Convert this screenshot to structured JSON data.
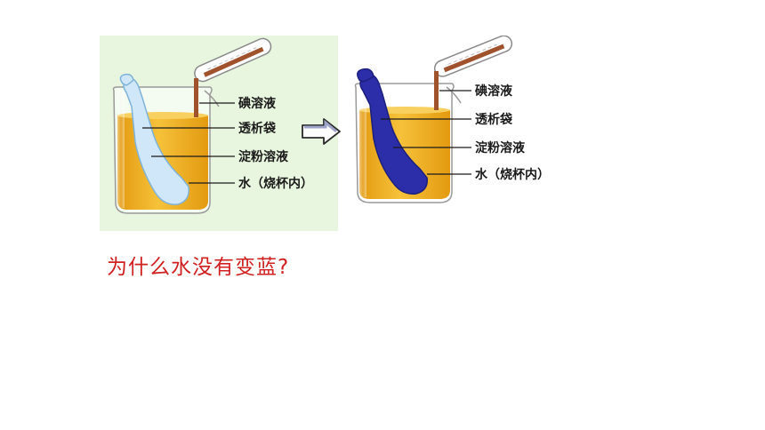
{
  "diagram": {
    "left_panel": {
      "labels": {
        "iodine": "碘溶液",
        "dialysis_bag": "透析袋",
        "starch": "淀粉溶液",
        "water": "水（烧杯内）"
      }
    },
    "right_panel": {
      "labels": {
        "iodine": "碘溶液",
        "dialysis_bag": "透析袋",
        "starch": "淀粉溶液",
        "water": "水（烧杯内）"
      }
    }
  },
  "question": "为什么水没有变蓝?",
  "colors": {
    "water": "#f0b020",
    "bag_before": "#cfe7f8",
    "bag_after": "#2b2ea8",
    "iodine_tube": "#a0522d",
    "question_text": "#d02020",
    "left_bg": "#e9f6df"
  }
}
